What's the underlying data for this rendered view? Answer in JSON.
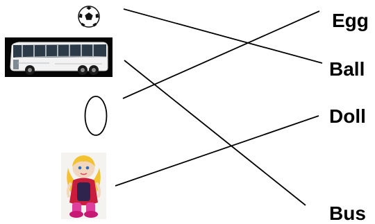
{
  "worksheet": {
    "words": {
      "egg": "Egg",
      "ball": "Ball",
      "doll": "Doll",
      "bus": "Bus"
    },
    "pictures": {
      "ball_icon": "soccer-ball-icon",
      "bus_icon": "bus-icon",
      "egg_icon": "egg-icon",
      "doll_icon": "doll-icon"
    },
    "matches": [
      {
        "picture": "ball",
        "word": "Ball"
      },
      {
        "picture": "bus",
        "word": "Bus"
      },
      {
        "picture": "egg",
        "word": "Egg"
      },
      {
        "picture": "doll",
        "word": "Doll"
      }
    ],
    "colors": {
      "text": "#000000",
      "line": "#000000",
      "bus_body": "#f3f3f3",
      "doll_hair": "#f2c230",
      "doll_dress": "#c81e3c"
    }
  }
}
